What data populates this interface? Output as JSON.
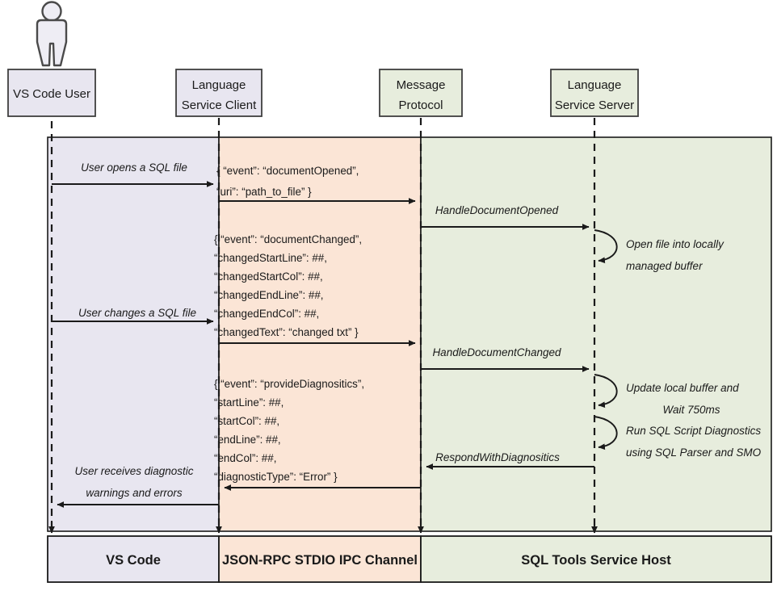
{
  "diagram": {
    "title": "SQL Tools Service sequence diagram",
    "actor": {
      "name": "vs-code-user-actor"
    },
    "colors": {
      "band_vscode": "#e8e6f0",
      "band_ipc": "#fbe5d6",
      "band_host": "#e7eddd",
      "stroke": "#3f3f3f",
      "text": "#1a1a1a"
    },
    "participants": [
      {
        "id": "user",
        "line1": "VS Code User",
        "line2": "",
        "fill": "#e8e6f0"
      },
      {
        "id": "client",
        "line1": "Language",
        "line2": "Service Client",
        "fill": "#e8e6f0"
      },
      {
        "id": "proto",
        "line1": "Message",
        "line2": "Protocol",
        "fill": "#e7eddd"
      },
      {
        "id": "server",
        "line1": "Language",
        "line2": "Service Server",
        "fill": "#e7eddd"
      }
    ],
    "messages": [
      {
        "id": "m1",
        "label": "User opens a SQL file",
        "style": "italic"
      },
      {
        "id": "m2",
        "label": "HandleDocumentOpened",
        "style": "italic"
      },
      {
        "id": "m3",
        "label": "User changes a SQL file",
        "style": "italic"
      },
      {
        "id": "m4",
        "label": "HandleDocumentChanged",
        "style": "italic"
      },
      {
        "id": "m5",
        "label": "RespondWithDiagnositics",
        "style": "italic"
      }
    ],
    "user_return": {
      "line1": "User receives diagnostic",
      "line2": "warnings and errors"
    },
    "self_calls": [
      {
        "id": "s1",
        "line1": "Open file into locally",
        "line2": "managed buffer"
      },
      {
        "id": "s2",
        "line1": "Update local buffer and",
        "line2": "Wait 750ms"
      },
      {
        "id": "s3",
        "line1": "Run SQL Script Diagnostics",
        "line2": "using SQL Parser and SMO"
      }
    ],
    "payloads": [
      {
        "id": "p1",
        "lines": [
          "{ “event”: “documentOpened”,",
          "   “uri”: “path_to_file” }"
        ]
      },
      {
        "id": "p2",
        "lines": [
          "{ “event”: “documentChanged”,",
          "   “changedStartLine”: ##,",
          "   “changedStartCol”: ##,",
          "   “changedEndLine”: ##,",
          "   “changedEndCol”: ##,",
          "   “changedText”: “changed txt” }"
        ]
      },
      {
        "id": "p3",
        "lines": [
          "{ “event”: “provideDiagnositics”,",
          "   “startLine”: ##,",
          "   “startCol”: ##,",
          "   “endLine”: ##,",
          "   “endCol”: ##,",
          "   “diagnosticType”: “Error” }"
        ]
      }
    ],
    "footer": [
      {
        "id": "f1",
        "label": "VS Code",
        "fill": "#e8e6f0"
      },
      {
        "id": "f2",
        "label": "JSON-RPC STDIO IPC Channel",
        "fill": "#fbe5d6"
      },
      {
        "id": "f3",
        "label": "SQL Tools Service Host",
        "fill": "#e7eddd"
      }
    ]
  }
}
